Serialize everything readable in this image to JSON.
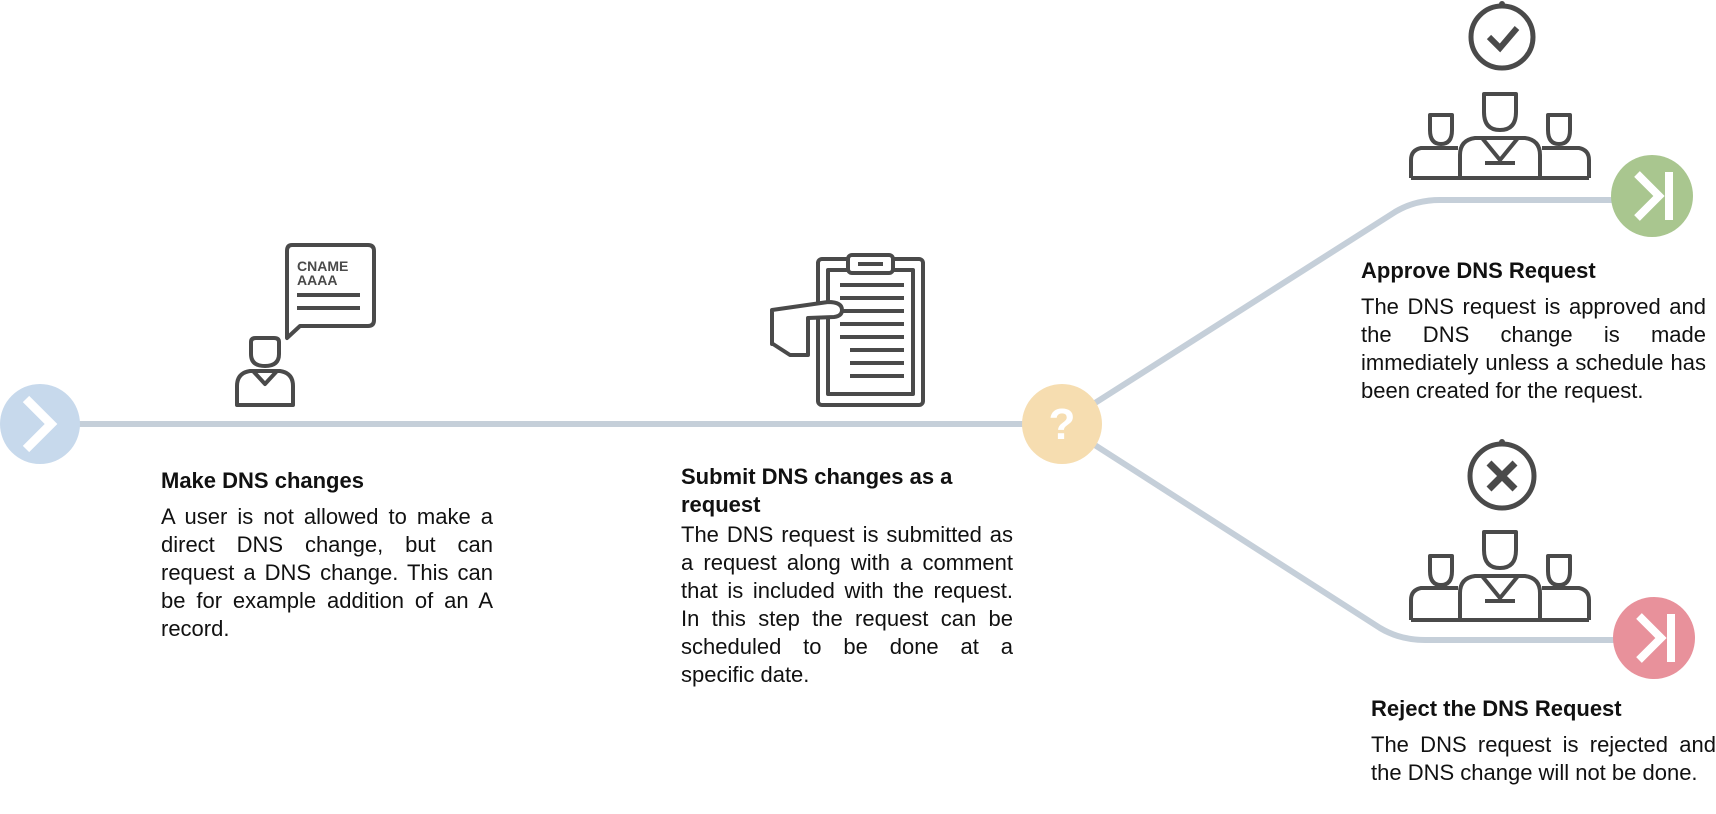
{
  "colors": {
    "line": "#c5cfd9",
    "icon": "#4a4a4a",
    "start": "#c7d9ec",
    "decision": "#f6ddb0",
    "approve": "#a9c68f",
    "reject": "#e8919b"
  },
  "icons": {
    "start": "chevron-right-icon",
    "decision": "question-mark-icon",
    "approve_end": "end-arrow-icon",
    "reject_end": "end-arrow-icon",
    "step1": "user-speech-bubble-icon",
    "step2": "hand-clipboard-icon",
    "approve_status": "checkmark-circle-icon",
    "reject_status": "x-circle-icon",
    "group": "user-group-icon"
  },
  "decision_symbol": "?",
  "bubble": {
    "line1": "CNAME",
    "line2": "AAAA"
  },
  "steps": [
    {
      "title": "Make DNS changes",
      "text": "A user is not allowed to make a direct DNS change, but can request a DNS change. This can be for example addition of an A record."
    },
    {
      "title": "Submit DNS changes as a request",
      "text": "The DNS request is submitted as a request along with a comment that is included with the request. In this step the request can be scheduled to be done at a specific date."
    }
  ],
  "outcomes": {
    "approve": {
      "title": "Approve DNS Request",
      "text": "The DNS request is approved and the DNS change is made immediately unless a schedule has been created for the request."
    },
    "reject": {
      "title": "Reject the DNS Request",
      "text": "The DNS request is rejected and the DNS change will not be done."
    }
  }
}
